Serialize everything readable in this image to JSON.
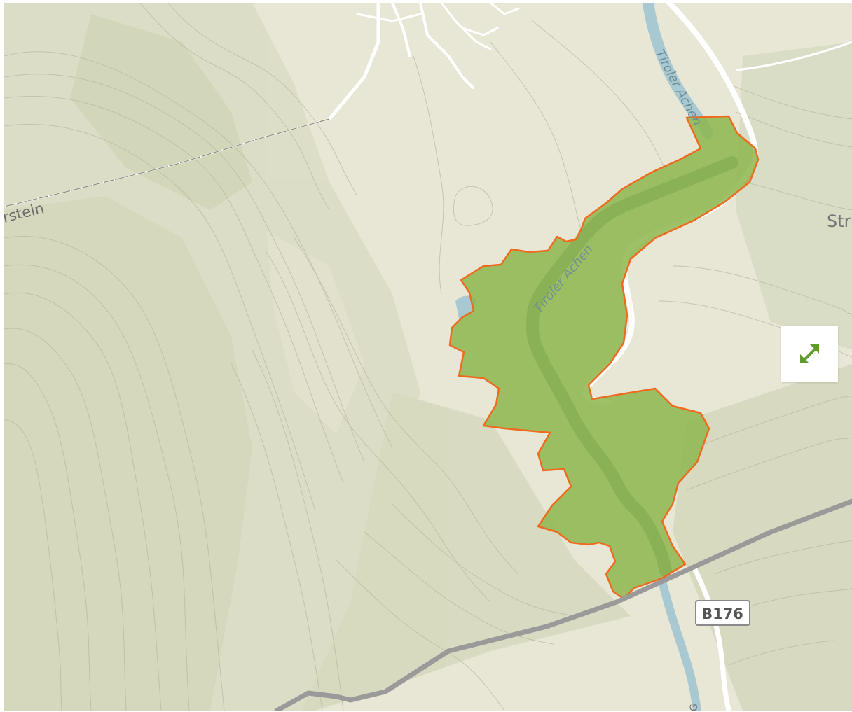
{
  "map": {
    "labels": {
      "river_north": "Tiroler Achen",
      "river_middle": "Tiroler Achen",
      "place_left": "rstein",
      "place_right": "Str",
      "road_bottom": "G"
    },
    "road_shield": "B176",
    "area_colors": {
      "fill": "#8db64e",
      "stroke": "#ef6a1f"
    }
  },
  "controls": {
    "expand_icon": "expand-arrows-icon",
    "expand_color": "#5f9a2b"
  }
}
